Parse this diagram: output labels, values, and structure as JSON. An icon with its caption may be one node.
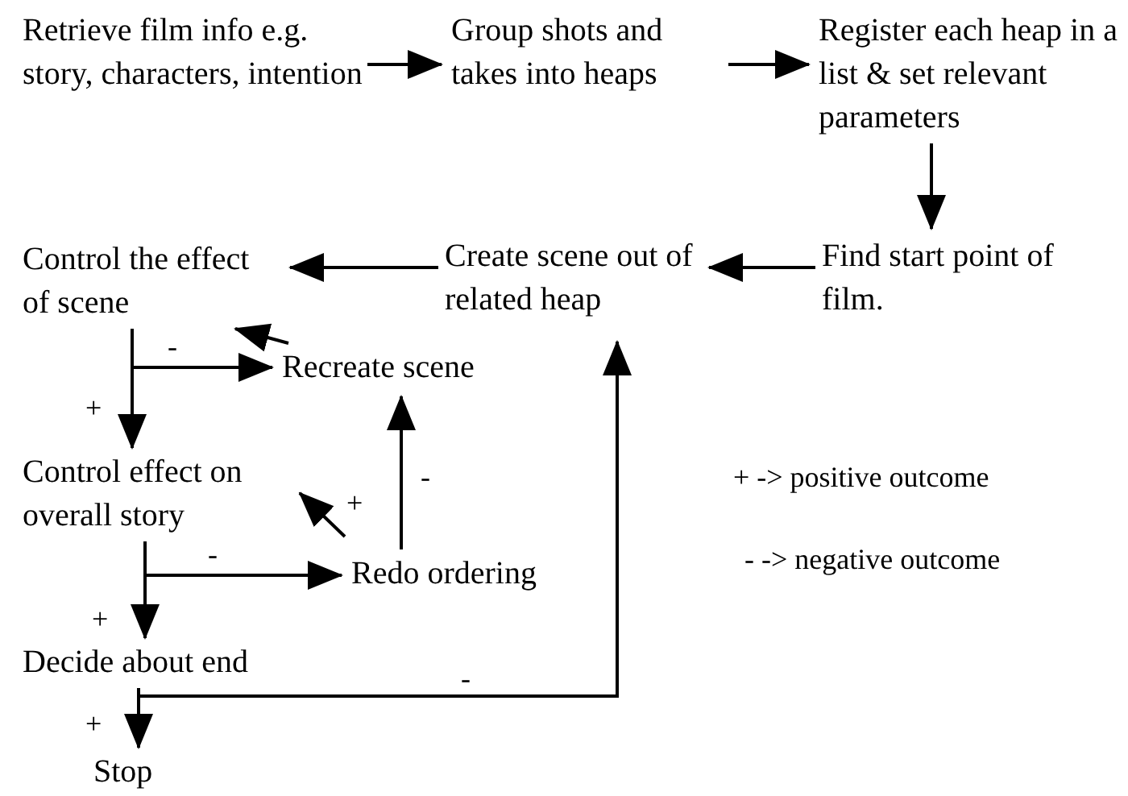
{
  "diagram": {
    "nodes": [
      {
        "text": [
          "Retrieve film info e.g. story, characters, intention"
        ]
      },
      {
        "text": [
          "Group shots and takes into heaps"
        ]
      },
      {
        "text": [
          "Register each heap in a list & set relevant parameters"
        ]
      },
      {
        "text": [
          "Find start point of film."
        ]
      },
      {
        "text": [
          "Create scene out of related heap"
        ]
      },
      {
        "text": [
          "Control the effect of scene"
        ]
      },
      {
        "text": [
          "Recreate scene"
        ]
      },
      {
        "text": [
          "Control effect on overall story"
        ]
      },
      {
        "text": [
          "Redo ordering"
        ]
      },
      {
        "text": [
          "Decide about end"
        ]
      },
      {
        "text": [
          "Stop"
        ]
      }
    ],
    "edges": [
      {
        "from": 0,
        "to": 1,
        "arrow": "to"
      },
      {
        "from": 1,
        "to": 2,
        "arrow": "to"
      },
      {
        "from": 2,
        "to": 3,
        "arrow": "to"
      },
      {
        "from": 3,
        "to": 4,
        "arrow": "to"
      },
      {
        "from": 4,
        "to": 5,
        "arrow": "to"
      },
      {
        "from": 5,
        "to": 6,
        "arrow": "to",
        "label": "-"
      },
      {
        "from": 5,
        "to": 7,
        "arrow": "to",
        "label": "+"
      },
      {
        "from": 6,
        "to": 5,
        "arrow": "to"
      },
      {
        "from": 7,
        "to": 8,
        "arrow": "to",
        "label": "-"
      },
      {
        "from": 7,
        "to": 9,
        "arrow": "to",
        "label": "+"
      },
      {
        "from": 8,
        "to": 6,
        "arrow": "to",
        "label": "-"
      },
      {
        "from": 8,
        "to": 7,
        "arrow": "to",
        "label": "+"
      },
      {
        "from": 9,
        "to": 4,
        "arrow": "to",
        "label": "-"
      },
      {
        "from": 9,
        "to": 10,
        "arrow": "to",
        "label": "+"
      }
    ],
    "labels": [
      "+ -> positive outcome",
      "- -> negative outcome"
    ]
  }
}
